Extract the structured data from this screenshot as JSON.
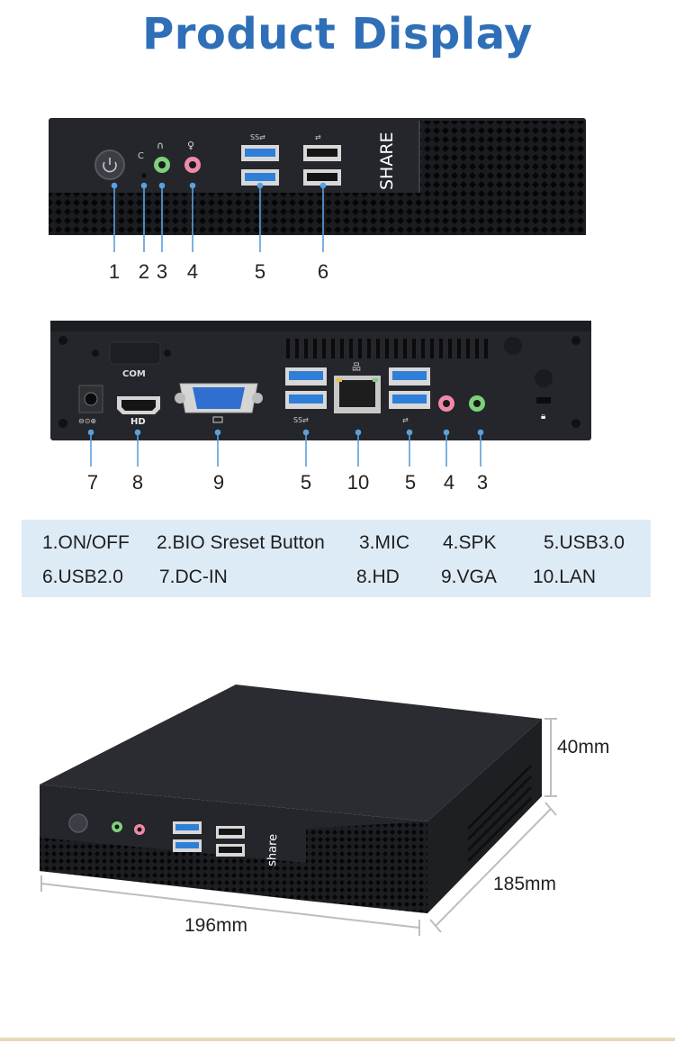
{
  "title": "Product Display",
  "front_panel": {
    "brand": "SHARE",
    "callouts": [
      "1",
      "2",
      "3",
      "4",
      "5",
      "6"
    ]
  },
  "rear_panel": {
    "com_label": "COM",
    "hd_label": "HD",
    "callouts": [
      "7",
      "8",
      "9",
      "5",
      "10",
      "5",
      "4",
      "3"
    ]
  },
  "legend": {
    "row1": [
      "1.ON/OFF",
      "2.BIO Sreset Button",
      "3.MIC",
      "4.SPK",
      "5.USB3.0"
    ],
    "row2": [
      "6.USB2.0",
      "7.DC-IN",
      "8.HD",
      "9.VGA",
      "10.LAN"
    ]
  },
  "dimensions": {
    "height": "40mm",
    "depth": "185mm",
    "width": "196mm"
  },
  "colors": {
    "title": "#2f6fb8",
    "legend_bg": "#ddebf7",
    "callout_line": "#5aa0dc",
    "usb3_blue": "#2f7fd8",
    "mic_green": "#7ed07b",
    "spk_pink": "#f089a9"
  }
}
